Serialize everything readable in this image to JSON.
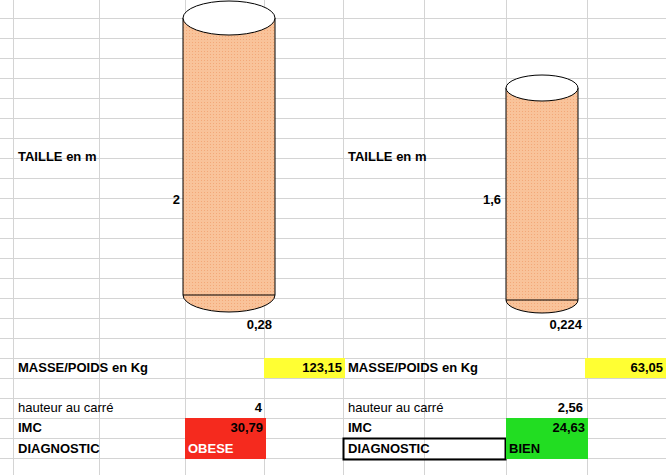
{
  "diagram": {
    "nodes": [
      {
        "text": [
          "123,15"
        ]
      },
      {
        "text": [
          "63,05"
        ]
      },
      {
        "text": [
          "30,79"
        ]
      },
      {
        "text": [
          "24,63"
        ]
      },
      {
        "text": [
          "OBESE"
        ]
      },
      {
        "text": [
          "BIEN"
        ]
      }
    ],
    "labels": [
      "TAILLE en m",
      "2",
      "0,28",
      "MASSE/POIDS en Kg",
      "hauteur au carré",
      "4",
      "IMC",
      "DIAGNOSTIC",
      "TAILLE en m",
      "1,6",
      "0,224",
      "MASSE/POIDS en Kg",
      "hauteur au carré",
      "2,56",
      "IMC",
      "DIAGNOSTIC"
    ]
  }
}
